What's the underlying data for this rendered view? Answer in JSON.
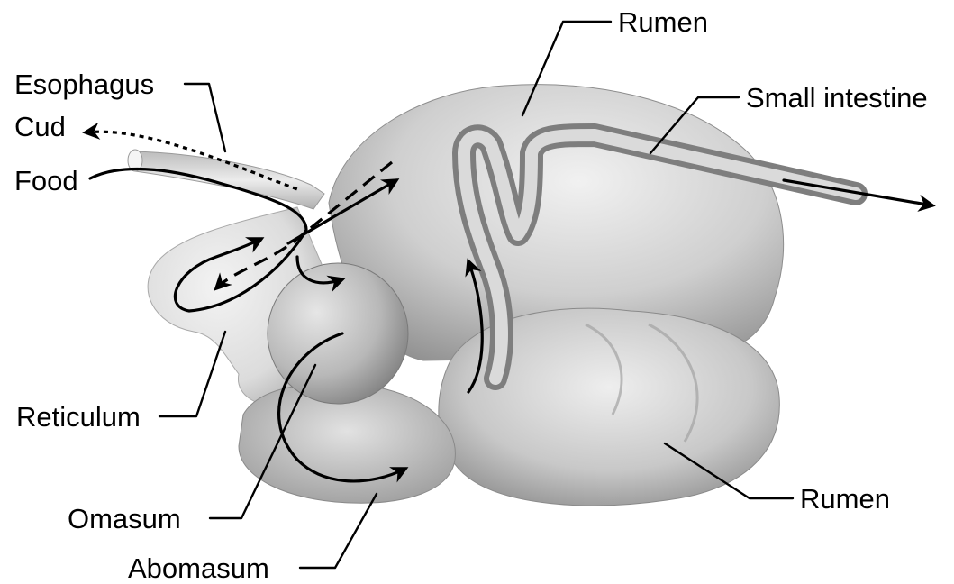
{
  "labels": {
    "esophagus": "Esophagus",
    "cud": "Cud",
    "food": "Food",
    "rumen_top": "Rumen",
    "small_intestine": "Small intestine",
    "reticulum": "Reticulum",
    "omasum": "Omasum",
    "abomasum": "Abomasum",
    "rumen_bottom": "Rumen"
  }
}
